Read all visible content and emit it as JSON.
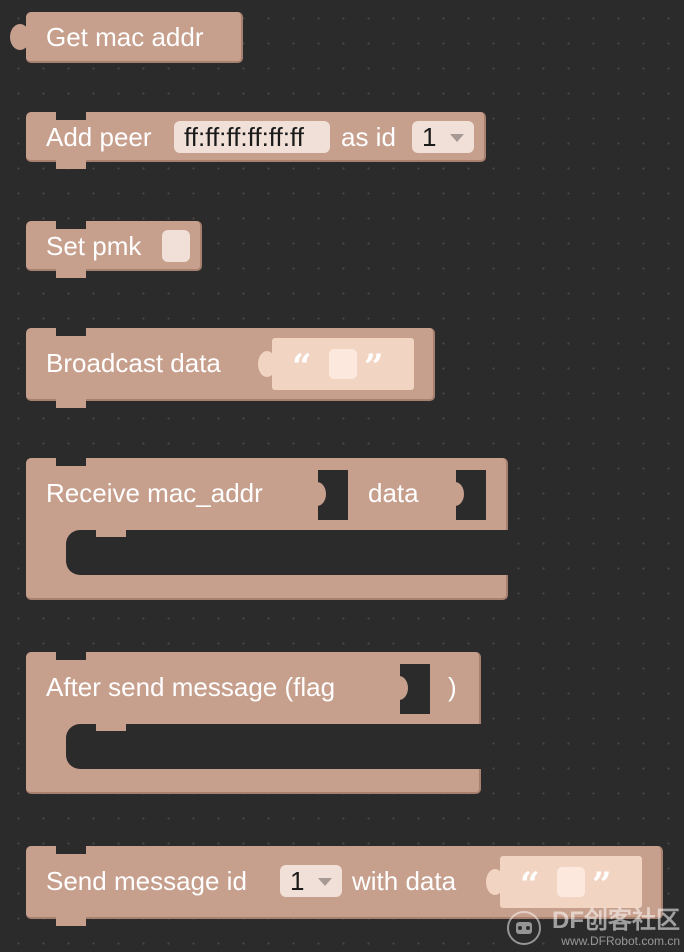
{
  "blocks": {
    "get_mac": {
      "label": "Get mac addr"
    },
    "add_peer": {
      "label": "Add peer",
      "mac_value": "ff:ff:ff:ff:ff:ff",
      "as_id_label": "as id",
      "id_value": "1"
    },
    "set_pmk": {
      "label": "Set pmk"
    },
    "broadcast": {
      "label": "Broadcast data",
      "open_quote": "“",
      "close_quote": "”"
    },
    "receive": {
      "label": "Receive mac_addr",
      "data_label": "data"
    },
    "after_send": {
      "label": "After send message (flag",
      "close_paren": ")"
    },
    "send_message": {
      "label": "Send message id",
      "id_value": "1",
      "with_data_label": "with data",
      "open_quote": "“",
      "close_quote": "”"
    }
  },
  "watermark": {
    "main": "DF创客社区",
    "sub": "www.DFRobot.com.cn"
  },
  "colors": {
    "block": "#c79f8d",
    "field": "#f1e0d8",
    "string_field": "#f2d4c3",
    "background": "#2b2b2b"
  }
}
